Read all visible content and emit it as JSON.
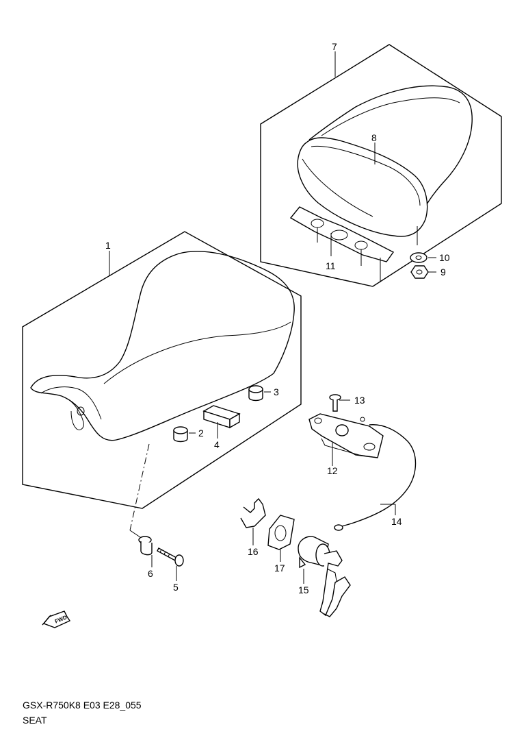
{
  "diagram": {
    "model_code": "GSX-R750K8 E03 E28_055",
    "section_title": "SEAT",
    "fwd_label": "FWD",
    "parts": [
      {
        "ref": "1"
      },
      {
        "ref": "2"
      },
      {
        "ref": "3"
      },
      {
        "ref": "4"
      },
      {
        "ref": "5"
      },
      {
        "ref": "6"
      },
      {
        "ref": "7"
      },
      {
        "ref": "8"
      },
      {
        "ref": "9"
      },
      {
        "ref": "10"
      },
      {
        "ref": "11"
      },
      {
        "ref": "12"
      },
      {
        "ref": "13"
      },
      {
        "ref": "14"
      },
      {
        "ref": "15"
      },
      {
        "ref": "16"
      },
      {
        "ref": "17"
      }
    ]
  }
}
